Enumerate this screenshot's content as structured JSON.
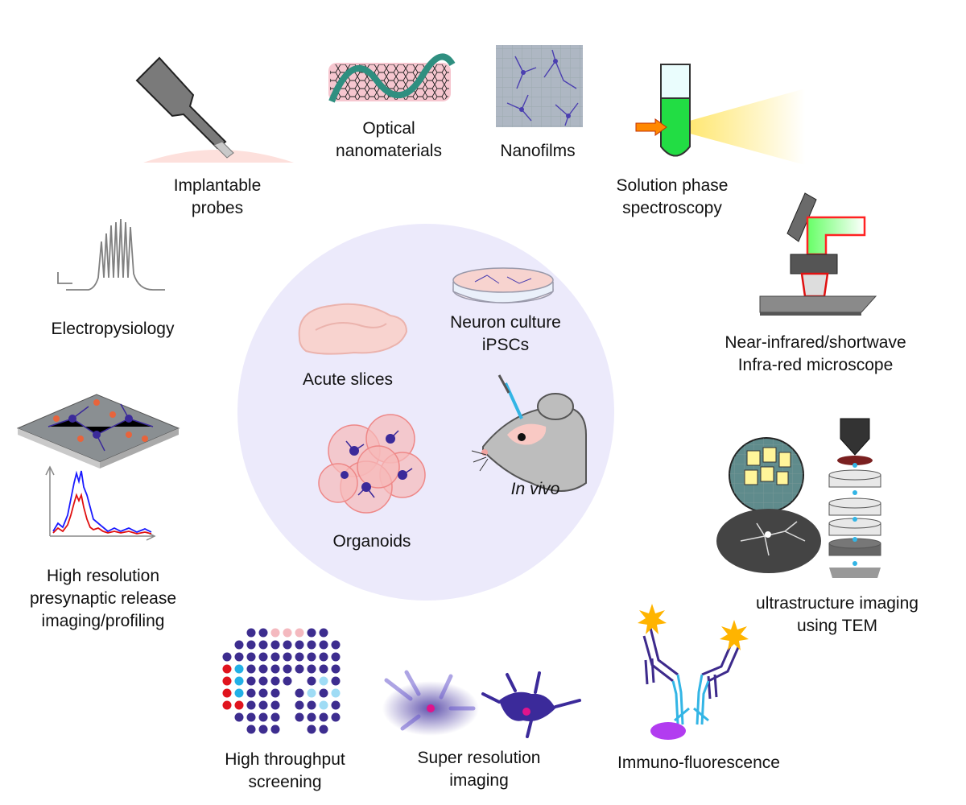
{
  "center": {
    "items": [
      {
        "label": "Acute slices"
      },
      {
        "label_lines": [
          "Neuron culture",
          "iPSCs"
        ]
      },
      {
        "label": "Organoids"
      },
      {
        "label": "In vivo"
      }
    ]
  },
  "techniques": {
    "implantable_probes": [
      "Implantable",
      "probes"
    ],
    "optical_nanomaterials": [
      "Optical",
      "nanomaterials"
    ],
    "nanofilms": "Nanofilms",
    "solution_phase": [
      "Solution phase",
      "spectroscopy"
    ],
    "electrophysiology": "Electropysiology",
    "nir_microscope": [
      "Near-infrared/shortwave",
      "Infra-red microscope"
    ],
    "presynaptic_imaging": [
      "High resolution",
      "presynaptic release",
      "imaging/profiling"
    ],
    "tem": [
      "ultrastructure imaging",
      "using TEM"
    ],
    "high_throughput": [
      "High throughput",
      "screening"
    ],
    "super_resolution": [
      "Super resolution",
      "imaging"
    ],
    "immunofluorescence": "Immuno-fluorescence"
  },
  "colors": {
    "circle_bg": "#eceafb",
    "neuron": "#3b2a9a",
    "tissue_pink": "#f7c9c4",
    "electrophys_trace": "#808080",
    "trace_blue": "#1a1aff",
    "trace_red": "#e01010",
    "fluor_green": "#22dd44",
    "laser_yellow": "#ffe14d",
    "antibody_purple": "#3d2a8c",
    "antibody_cyan": "#33b5e5",
    "fluorophore_orange": "#ffb400",
    "plate_dot_purple": "#3d2d8f",
    "plate_dot_red": "#e0141e",
    "plate_dot_cyan": "#23b0e6",
    "plate_dot_pink": "#f4b9bf"
  },
  "icons": [
    "probe-icon",
    "nanotube-icon",
    "nanofilm-icon",
    "test-tube-icon",
    "spike-trace-icon",
    "microscope-icon",
    "sensor-chip-icon",
    "release-trace-icon",
    "tem-column-icon",
    "well-plate-icon",
    "neuron-icon",
    "antibody-icon",
    "brain-slice-icon",
    "petri-dish-icon",
    "organoid-icon",
    "mouse-icon"
  ]
}
